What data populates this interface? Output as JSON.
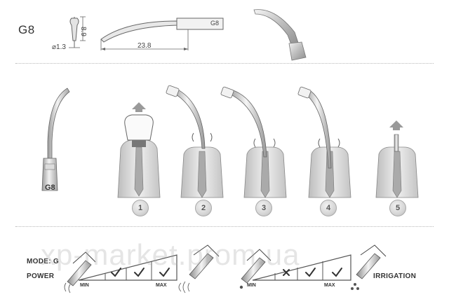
{
  "header": {
    "model": "G8",
    "dim_height": "8.9",
    "dim_diameter": "⌀1.3",
    "dim_length": "23.8",
    "tip_mark": "G8"
  },
  "tip_label": "G8",
  "steps": [
    "1",
    "2",
    "3",
    "4",
    "5"
  ],
  "settings": {
    "mode_label": "MODE: G",
    "power_label": "POWER",
    "irrigation_label": "IRRIGATION",
    "min_label": "MIN",
    "max_label": "MAX",
    "power_checks": [
      "check",
      "check",
      "check"
    ],
    "irrigation_checks": [
      "cross",
      "check",
      "check"
    ]
  },
  "watermark": "xp-market.prom.ua",
  "colors": {
    "metal": "#c8c8c8",
    "outline": "#555555",
    "tooth": "#d9d9d9",
    "arrow": "#9a9a9a"
  }
}
